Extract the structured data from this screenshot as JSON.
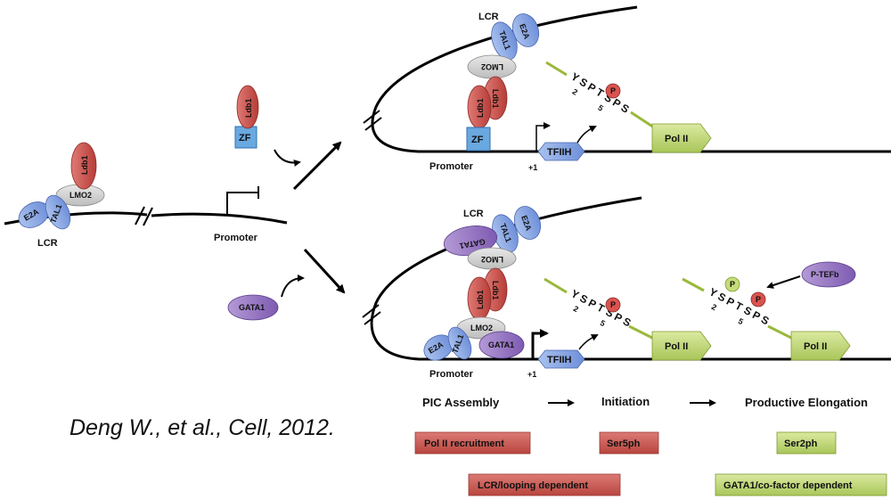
{
  "labels": {
    "lcr": "LCR",
    "promoter": "Promoter",
    "plus_one": "+1",
    "ldb1": "Ldb1",
    "lmo2": "LMO2",
    "e2a": "E2A",
    "tal1": "TAL1",
    "gata1": "GATA1",
    "zf": "ZF",
    "tfiih": "TFIIH",
    "pol2": "Pol II",
    "p": "P",
    "ptefb": "P-TEFb",
    "seq_chars": [
      "Y",
      "S",
      "P",
      "T",
      "S",
      "P",
      "S"
    ],
    "pos2": "2",
    "pos5": "5"
  },
  "stages": {
    "pic": "PIC Assembly",
    "initiation": "Initiation",
    "elongation": "Productive Elongation"
  },
  "boxes": {
    "pol2_recruit": "Pol II recruitment",
    "ser5ph": "Ser5ph",
    "ser2ph": "Ser2ph",
    "lcr_looping": "LCR/looping dependent",
    "gata1_cofactor": "GATA1/co-factor dependent"
  },
  "citation": "Deng W., et al., Cell, 2012.",
  "colors": {
    "ldb1": "#c84a45",
    "lmo2": "#d3d3d3",
    "e2a_tal1": "#8aa7e0",
    "gata1": "#9b7ac4",
    "zf": "#6aa8e0",
    "tfiih": "#6f8fdc",
    "pol2": "#c5dc7a",
    "red_box": "#cd5a55",
    "green_box": "#c5dc7a",
    "p_red": "#d9534f",
    "p_green": "#c5dc7a",
    "ptefb": "#9b7ac4"
  }
}
